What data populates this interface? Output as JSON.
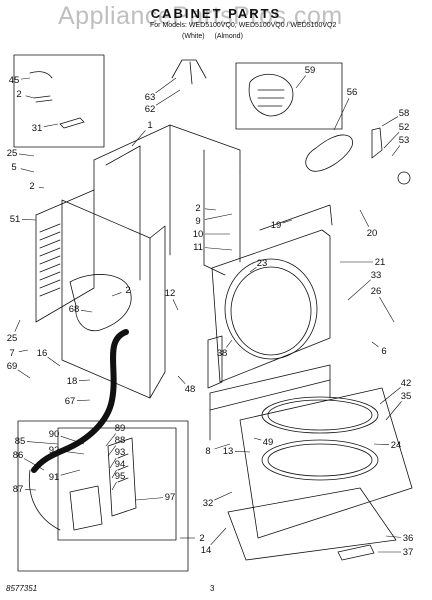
{
  "header": {
    "watermark": "AppliancePartsPros.com",
    "title": "CABINET PARTS",
    "subtitle": "For Models: WED5100VQ0, WED5100VQ0 / WED5100VQ2",
    "colors": "(White) (Almond)"
  },
  "footer": {
    "part_number": "8577351",
    "page_number": "3"
  },
  "callouts": [
    "45",
    "2",
    "31",
    "25",
    "5",
    "2",
    "51",
    "1",
    "63",
    "62",
    "59",
    "56",
    "58",
    "52",
    "53",
    "2",
    "9",
    "10",
    "11",
    "20",
    "19",
    "21",
    "33",
    "26",
    "6",
    "23",
    "2",
    "68",
    "12",
    "38",
    "25",
    "7",
    "16",
    "69",
    "18",
    "48",
    "67",
    "42",
    "35",
    "8",
    "13",
    "49",
    "24",
    "85",
    "86",
    "90",
    "92",
    "91",
    "87",
    "89",
    "88",
    "93",
    "94",
    "95",
    "97",
    "32",
    "2",
    "14",
    "36",
    "37"
  ]
}
